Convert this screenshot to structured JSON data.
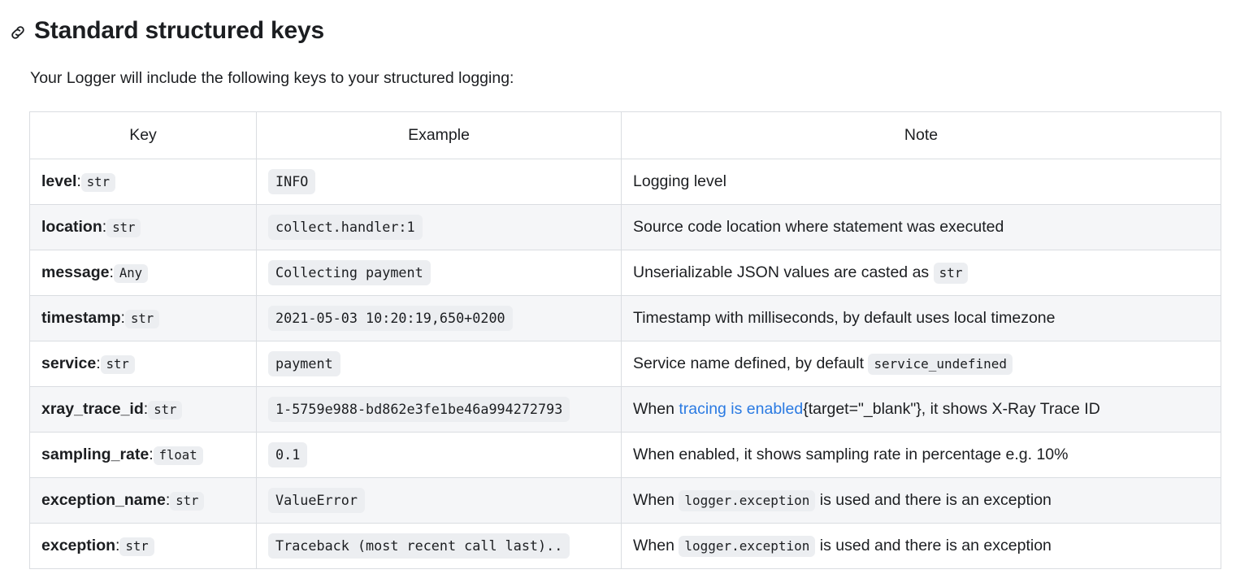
{
  "heading": {
    "icon": "anchor-link-icon",
    "text": "Standard structured keys"
  },
  "intro": "Your Logger will include the following keys to your structured logging:",
  "table": {
    "columns": [
      "Key",
      "Example",
      "Note"
    ],
    "rows": [
      {
        "key_name": "level",
        "key_type": "str",
        "example": "INFO",
        "note_before": "Logging level",
        "note_code": "",
        "note_after": ""
      },
      {
        "key_name": "location",
        "key_type": "str",
        "example": "collect.handler:1",
        "note_before": "Source code location where statement was executed",
        "note_code": "",
        "note_after": ""
      },
      {
        "key_name": "message",
        "key_type": "Any",
        "example": "Collecting payment",
        "note_before": "Unserializable JSON values are casted as",
        "note_code": "str",
        "note_after": ""
      },
      {
        "key_name": "timestamp",
        "key_type": "str",
        "example": "2021-05-03 10:20:19,650+0200",
        "note_before": "Timestamp with milliseconds, by default uses local timezone",
        "note_code": "",
        "note_after": ""
      },
      {
        "key_name": "service",
        "key_type": "str",
        "example": "payment",
        "note_before": "Service name defined, by default",
        "note_code": "service_undefined",
        "note_after": ""
      },
      {
        "key_name": "xray_trace_id",
        "key_type": "str",
        "example": "1-5759e988-bd862e3fe1be46a994272793",
        "note_before": "When ",
        "note_link": "tracing is enabled",
        "note_code": "",
        "note_after": "{target=\"_blank\"}, it shows X-Ray Trace ID"
      },
      {
        "key_name": "sampling_rate",
        "key_type": "float",
        "example": "0.1",
        "note_before": "When enabled, it shows sampling rate in percentage e.g. 10%",
        "note_code": "",
        "note_after": ""
      },
      {
        "key_name": "exception_name",
        "key_type": "str",
        "example": "ValueError",
        "note_before": "When",
        "note_code": "logger.exception",
        "note_after": "is used and there is an exception"
      },
      {
        "key_name": "exception",
        "key_type": "str",
        "example": "Traceback (most recent call last)..",
        "note_before": "When",
        "note_code": "logger.exception",
        "note_after": "is used and there is an exception"
      }
    ]
  },
  "colors": {
    "link": "#2a7ae2",
    "stripe": "#f5f6f8",
    "border": "#dadde1",
    "code_bg": "#eceef1",
    "text": "#1c1e21"
  }
}
